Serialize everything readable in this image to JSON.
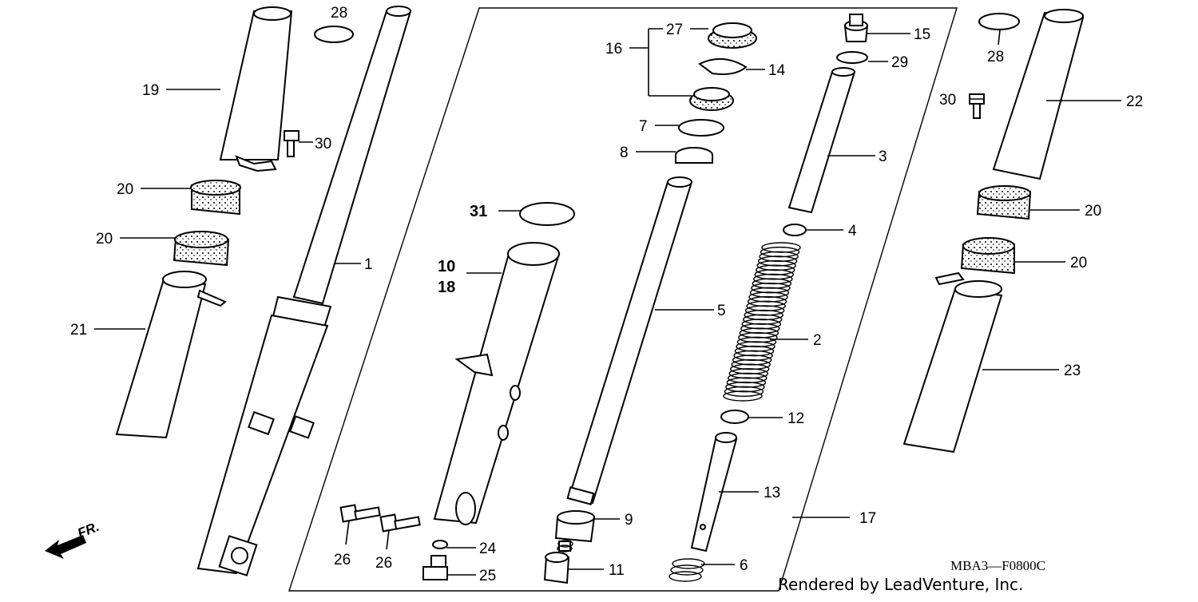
{
  "diagram": {
    "colors": {
      "ink": "#000000",
      "background": "#ffffff"
    },
    "code": "MBA3—F0800C",
    "credit": "Rendered by LeadVenture, Inc.",
    "direction_label": "FR.",
    "labels": {
      "p1": "1",
      "p2": "2",
      "p3": "3",
      "p4": "4",
      "p5": "5",
      "p6": "6",
      "p7": "7",
      "p8": "8",
      "p9": "9",
      "p10": "10",
      "p11": "11",
      "p12": "12",
      "p13": "13",
      "p14": "14",
      "p15": "15",
      "p16": "16",
      "p17": "17",
      "p18": "18",
      "p19": "19",
      "p20a": "20",
      "p20b": "20",
      "p20c": "20",
      "p20d": "20",
      "p21": "21",
      "p22": "22",
      "p23": "23",
      "p24": "24",
      "p25": "25",
      "p26a": "26",
      "p26b": "26",
      "p27": "27",
      "p28a": "28",
      "p28b": "28",
      "p29": "29",
      "p30a": "30",
      "p30b": "30",
      "p31": "31"
    }
  }
}
